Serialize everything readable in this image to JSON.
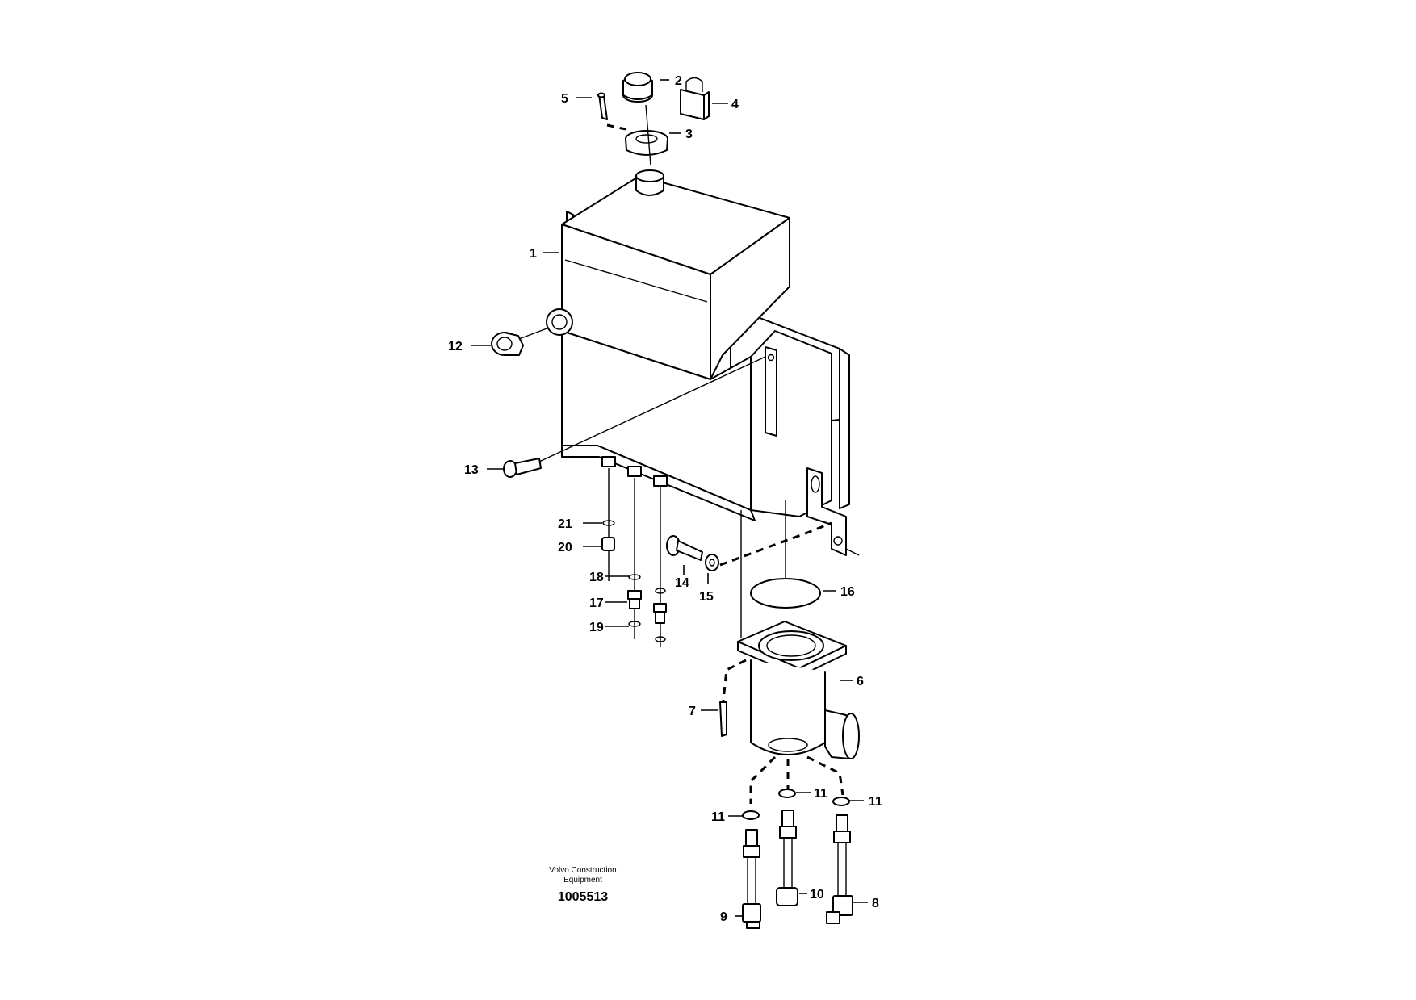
{
  "labels": {
    "p1": "1",
    "p2": "2",
    "p3": "3",
    "p4": "4",
    "p5": "5",
    "p6": "6",
    "p7": "7",
    "p8": "8",
    "p9": "9",
    "p10": "10",
    "p11a": "11",
    "p11b": "11",
    "p11c": "11",
    "p12": "12",
    "p13": "13",
    "p14": "14",
    "p15": "15",
    "p16": "16",
    "p17": "17",
    "p18": "18",
    "p19": "19",
    "p20": "20",
    "p21": "21"
  },
  "footer": {
    "brand_line1": "Volvo Construction",
    "brand_line2": "Equipment",
    "drawing_number": "1005513"
  }
}
